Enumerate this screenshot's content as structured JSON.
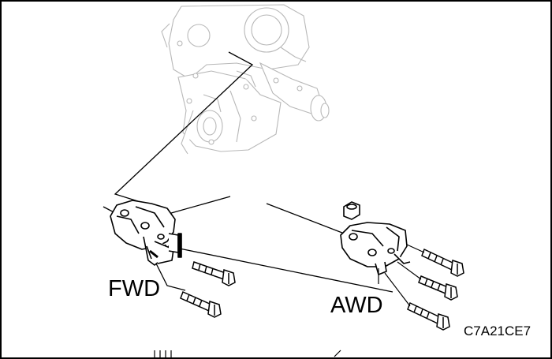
{
  "labels": {
    "fwd": "FWD",
    "awd": "AWD",
    "figure_code": "C7A21CE7"
  },
  "colors": {
    "ink": "#000000",
    "ghost_ink": "#b8b8b8",
    "frame": "#000000",
    "paper": "#ffffff"
  }
}
